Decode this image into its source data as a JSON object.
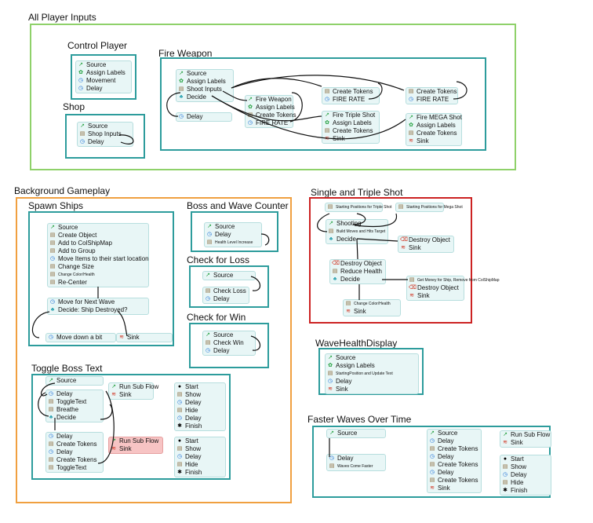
{
  "sections": {
    "all_player_inputs": "All Player Inputs",
    "control_player": "Control Player",
    "shop": "Shop",
    "fire_weapon": "Fire Weapon",
    "background_gameplay": "Background Gameplay",
    "spawn_ships": "Spawn Ships",
    "boss_wave_counter": "Boss and Wave Counter",
    "check_for_loss": "Check for Loss",
    "check_for_win": "Check for Win",
    "toggle_boss_text": "Toggle Boss Text",
    "single_triple_shot": "Single and Triple Shot",
    "wave_health_display": "WaveHealthDisplay",
    "faster_waves": "Faster Waves Over Time"
  },
  "blocks": {
    "control_player": [
      "Source",
      "Assign Labels",
      "Movement",
      "Delay"
    ],
    "shop": [
      "Source",
      "Shop Inputs",
      "Delay"
    ],
    "fire_main": [
      "Source",
      "Assign Labels",
      "Shoot Inputs",
      "Decide"
    ],
    "fire_delay": [
      "Delay"
    ],
    "fire_weapon": [
      "Fire Weapon",
      "Assign Labels",
      "Create Tokens",
      "FIRE RATE"
    ],
    "fire_ct1": [
      "Create Tokens",
      "FIRE RATE"
    ],
    "fire_triple": [
      "Fire Triple Shot",
      "Assign Labels",
      "Create Tokens",
      "Sink"
    ],
    "fire_ct2": [
      "Create Tokens",
      "FIRE RATE"
    ],
    "fire_mega": [
      "Fire MEGA Shot",
      "Assign Labels",
      "Create Tokens",
      "Sink"
    ],
    "spawn_main": [
      "Source",
      "Create Object",
      "Add to ColShipMap",
      "Add to Group",
      "Move Items to their start location",
      "Change Size",
      "Change Color/Health",
      "Re-Center"
    ],
    "spawn_decide": [
      "Move for Next Wave",
      "Decide: Ship Destroyed?"
    ],
    "spawn_move": [
      "Move down a bit"
    ],
    "spawn_sink": [
      "Sink"
    ],
    "boss_counter": [
      "Source",
      "Delay",
      "Health Level Increase"
    ],
    "loss_source": [
      "Source"
    ],
    "loss_check": [
      "Check Loss",
      "Delay"
    ],
    "win": [
      "Source",
      "Check Win",
      "Delay"
    ],
    "toggle_src": [
      "Source"
    ],
    "toggle_a": [
      "Delay",
      "ToggleText",
      "Breathe",
      "Decide"
    ],
    "toggle_b": [
      "Delay",
      "Create Tokens",
      "Delay",
      "Create Tokens",
      "ToggleText"
    ],
    "sub1": [
      "Run Sub Flow",
      "Sink"
    ],
    "sub2": [
      "Run Sub Flow",
      "Sink"
    ],
    "seq1": [
      "Start",
      "Show",
      "Delay",
      "Hide",
      "Delay",
      "Finish"
    ],
    "seq2": [
      "Start",
      "Show",
      "Delay",
      "Hide",
      "Finish"
    ],
    "sts_pos1": [
      "Starting Positions for Triple Shot"
    ],
    "sts_pos2": [
      "Starting Positions for Mega Shot"
    ],
    "sts_main": [
      "Shooting",
      "Build Moves and Hits Target",
      "Decide"
    ],
    "sts_destroy1": [
      "Destroy Object",
      "Sink"
    ],
    "sts_destroy2": [
      "Destroy Object",
      "Reduce Health",
      "Decide"
    ],
    "sts_destroy3": [
      "Get Money for Ship, Remove from ColShipMap",
      "Destroy Object",
      "Sink"
    ],
    "sts_color": [
      "Change Color/Health",
      "Sink"
    ],
    "wave_health": [
      "Source",
      "Assign Labels",
      "StartingPosition and Update Text",
      "Delay",
      "Sink"
    ],
    "faster_src": [
      "Source"
    ],
    "faster_delay": [
      "Delay",
      "Waves Come Faster"
    ],
    "faster_mid": [
      "Source",
      "Delay",
      "Create Tokens",
      "Delay",
      "Create Tokens",
      "Delay",
      "Create Tokens",
      "Sink"
    ],
    "faster_sub": [
      "Run Sub Flow",
      "Sink"
    ],
    "faster_seq": [
      "Start",
      "Show",
      "Delay",
      "Hide",
      "Finish"
    ]
  },
  "icons": {
    "Source": "source-icon",
    "Assign Labels": "labels-icon",
    "Delay": "delay-icon",
    "Decide": "decide-icon",
    "Sink": "sink-icon",
    "Start": "start-icon",
    "Finish": "finish-icon",
    "other": "generic-block-icon"
  }
}
